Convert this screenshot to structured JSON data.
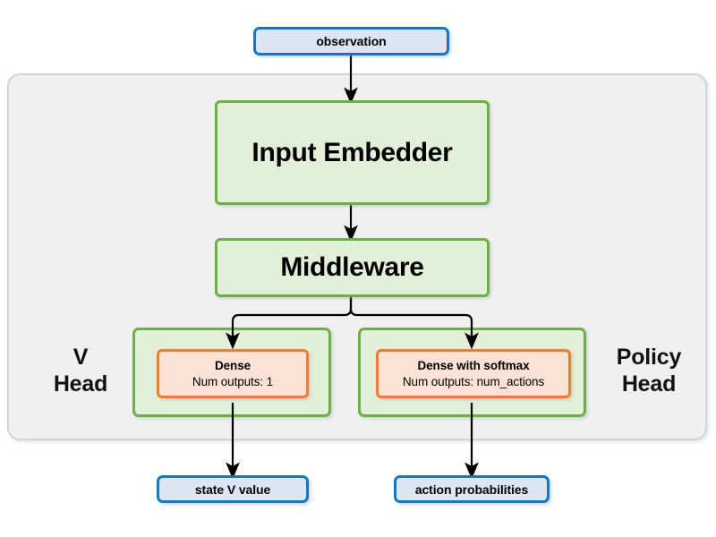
{
  "diagram": {
    "title_nodes": {
      "observation": "observation",
      "state_v_value": "state V value",
      "action_probabilities": "action probabilities"
    },
    "blocks": {
      "input_embedder": "Input Embedder",
      "middleware": "Middleware"
    },
    "heads": {
      "v_head_caption_line1": "V",
      "v_head_caption_line2": "Head",
      "policy_head_caption_line1": "Policy",
      "policy_head_caption_line2": "Head",
      "v_dense_title": "Dense",
      "v_dense_subtitle": "Num outputs: 1",
      "policy_dense_title": "Dense with softmax",
      "policy_dense_subtitle": "Num outputs: num_actions"
    },
    "colors": {
      "io_fill": "#dce6f2",
      "io_border": "#0f7ac4",
      "green_fill": "#e2efd9",
      "green_border": "#70ad47",
      "orange_fill": "#fbe2d5",
      "orange_border": "#ed7d31",
      "container_fill": "#f0f0f0",
      "container_border": "#d4d4d4",
      "edge_color": "#000000",
      "page_background": "#ffffff"
    }
  }
}
